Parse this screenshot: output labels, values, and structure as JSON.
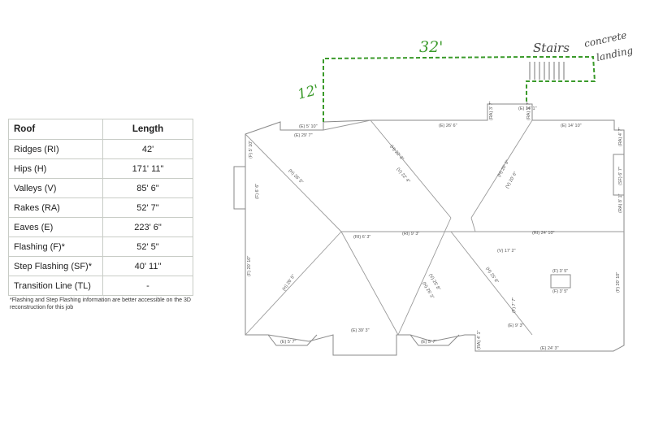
{
  "table": {
    "header": {
      "col1": "Roof",
      "col2": "Length"
    },
    "rows": [
      {
        "label": "Ridges (RI)",
        "value": "42'"
      },
      {
        "label": "Hips (H)",
        "value": "171' 11\""
      },
      {
        "label": "Valleys (V)",
        "value": "85' 6\""
      },
      {
        "label": "Rakes (RA)",
        "value": "52' 7\""
      },
      {
        "label": "Eaves (E)",
        "value": "223' 6\""
      },
      {
        "label": "Flashing (F)*",
        "value": "52' 5\""
      },
      {
        "label": "Step Flashing (SF)*",
        "value": "40' 11\""
      },
      {
        "label": "Transition Line (TL)",
        "value": "-"
      }
    ],
    "footnote": "*Flashing and Step Flashing information are better accessible on the 3D reconstruction for this job"
  },
  "annotations": {
    "width_32": "32'",
    "depth_12": "12'",
    "stairs": "Stairs",
    "concrete": "concrete",
    "landing": "landing",
    "color": "#3a9a2a"
  },
  "plan_labels": {
    "e_5_10_top": "(E) 5' 10\"",
    "e_29_7": "(E) 29' 7\"",
    "e_26_6": "(E) 26' 6\"",
    "e_14_1": "(E) 14' 1\"",
    "e_14_10": "(E) 14' 10\"",
    "ra_3_7a": "(RA) 3' 7\"",
    "ra_3_7b": "(RA) 3' 7\"",
    "ra_4_7": "(RA) 4' 7\"",
    "sf_6_7": "(SF) 6' 7\"",
    "ra_8_1": "(RA) 8' 1\"",
    "f_5_10": "(F) 5' 10\"",
    "f_6_6": "(F) 6' 6\"",
    "h_26_5a": "(H) 26' 5\"",
    "h_22_3": "(H) 22' 3\"",
    "v_22_4": "(V) 22' 4\"",
    "h_20_3": "(H) 20' 3\"",
    "v_20_6": "(V) 20' 6\"",
    "ri_24_10": "(RI) 24' 10\"",
    "ri_6_3": "(RI) 6' 3\"",
    "ri_9_3": "(RI) 9' 3\"",
    "v_17_2": "(V) 17' 2\"",
    "f_20_10a": "(F) 20' 10\"",
    "h_26_5b": "(H) 26' 5\"",
    "v_25_8": "(V) 25' 8\"",
    "h_26_3": "(H) 26' 3\"",
    "h_25_8": "(H) 25' 8\"",
    "f_3_5a": "(F) 3' 5\"",
    "f_3_5b": "(F) 3' 5\"",
    "f_20_10b": "(F) 20' 10\"",
    "f_7_7": "(F) 7' 7\"",
    "e_9_3": "(E) 9' 3\"",
    "e_39_3": "(E) 39' 3\"",
    "e_5_7a": "(E) 5' 7\"",
    "e_5_7b": "(E) 5' 7\"",
    "e_24_3": "(E) 24' 3\"",
    "ra_4_1": "(RA) 4' 1\""
  }
}
